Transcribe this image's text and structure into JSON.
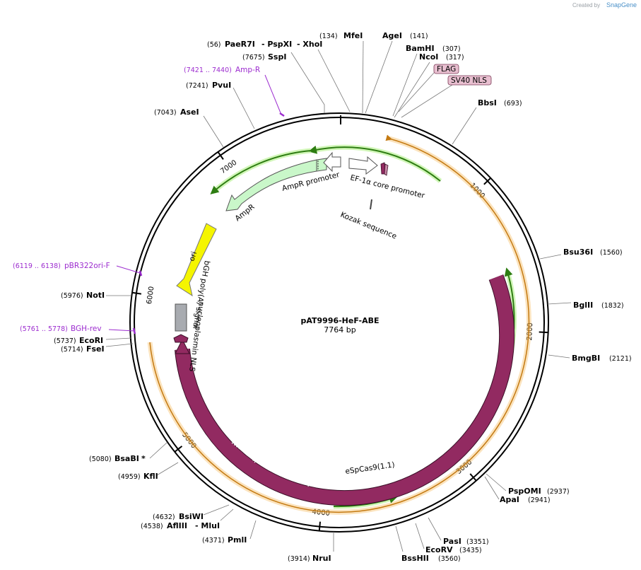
{
  "credit": {
    "prefix": "Created by",
    "brand": "SnapGene"
  },
  "plasmid": {
    "name": "pAT9996-HeF-ABE",
    "size_label": "7764 bp",
    "length": 7764
  },
  "ruler": [
    {
      "pos": 1000,
      "label": "1000"
    },
    {
      "pos": 2000,
      "label": "2000"
    },
    {
      "pos": 3000,
      "label": "3000"
    },
    {
      "pos": 4000,
      "label": "4000"
    },
    {
      "pos": 5000,
      "label": "5000"
    },
    {
      "pos": 6000,
      "label": "6000"
    },
    {
      "pos": 7000,
      "label": "7000"
    }
  ],
  "sites": [
    {
      "name": "PaeR7I",
      "pos_label": "(56)",
      "pos": 56
    },
    {
      "name": "- PspXI",
      "pos": 56
    },
    {
      "name": "- XhoI",
      "pos": 56
    },
    {
      "name": "MfeI",
      "pos_label": "(134)",
      "pos": 134
    },
    {
      "name": "AgeI",
      "pos_label": "(141)",
      "pos": 141
    },
    {
      "name": "BamHI",
      "pos_label": "(307)",
      "pos": 307
    },
    {
      "name": "NcoI",
      "pos_label": "(317)",
      "pos": 317
    },
    {
      "name": "BbsI",
      "pos_label": "(693)",
      "pos": 693
    },
    {
      "name": "Bsu36I",
      "pos_label": "(1560)",
      "pos": 1560
    },
    {
      "name": "BglII",
      "pos_label": "(1832)",
      "pos": 1832
    },
    {
      "name": "BmgBI",
      "pos_label": "(2121)",
      "pos": 2121
    },
    {
      "name": "PspOMI",
      "pos_label": "(2937)",
      "pos": 2937
    },
    {
      "name": "ApaI",
      "pos_label": "(2941)",
      "pos": 2941
    },
    {
      "name": "PasI",
      "pos_label": "(3351)",
      "pos": 3351
    },
    {
      "name": "EcoRV",
      "pos_label": "(3435)",
      "pos": 3435
    },
    {
      "name": "BssHII",
      "pos_label": "(3560)",
      "pos": 3560
    },
    {
      "name": "NruI",
      "pos_label": "(3914)",
      "pos": 3914
    },
    {
      "name": "PmlI",
      "pos_label": "(4371)",
      "pos": 4371
    },
    {
      "name": "AflIII",
      "pos_label": "(4538)",
      "pos": 4538
    },
    {
      "name": "- MluI",
      "pos": 4538
    },
    {
      "name": "BsiWI",
      "pos_label": "(4632)",
      "pos": 4632
    },
    {
      "name": "KflI",
      "pos_label": "(4959)",
      "pos": 4959
    },
    {
      "name": "BsaBI",
      "pos_label": "(5080)",
      "pos": 5080,
      "suffix": "*"
    },
    {
      "name": "FseI",
      "pos_label": "(5714)",
      "pos": 5714
    },
    {
      "name": "EcoRI",
      "pos_label": "(5737)",
      "pos": 5737
    },
    {
      "name": "NotI",
      "pos_label": "(5976)",
      "pos": 5976
    },
    {
      "name": "AseI",
      "pos_label": "(7043)",
      "pos": 7043
    },
    {
      "name": "PvuI",
      "pos_label": "(7241)",
      "pos": 7241
    },
    {
      "name": "SspI",
      "pos_label": "(7675)",
      "pos": 7675
    }
  ],
  "primers": [
    {
      "name": "Amp-R",
      "pos_label": "(7421 .. 7440)",
      "pos": 7430
    },
    {
      "name": "pBR322ori-F",
      "pos_label": "(6119 .. 6138)",
      "pos": 6128
    },
    {
      "name": "BGH-rev",
      "pos_label": "(5761 .. 5778)",
      "pos": 5770
    }
  ],
  "boxed_features": [
    {
      "name": "FLAG",
      "color": "#e8bfd0"
    },
    {
      "name": "SV40 NLS",
      "color": "#e8bfd0"
    }
  ],
  "features": [
    {
      "name": "AmpR promoter",
      "color": "#ffffff"
    },
    {
      "name": "EF-1α core promoter",
      "color": "#ffffff"
    },
    {
      "name": "Kozak sequence",
      "color": "#333333"
    },
    {
      "name": "AmpR",
      "color": "#c9f7c9"
    },
    {
      "name": "ori",
      "color": "#f5f500"
    },
    {
      "name": "bGH poly(A) signal",
      "color": "#a8abb0"
    },
    {
      "name": "nucleoplasmin NLS",
      "color": "#922a61"
    },
    {
      "name": "eSpCas9(1.1)",
      "color": "#922a61"
    }
  ],
  "colors": {
    "orf_outer": "#f6c16c",
    "orf_green": "#3b9a1c",
    "primer": "#9c2ccf",
    "cds": "#922a61"
  }
}
